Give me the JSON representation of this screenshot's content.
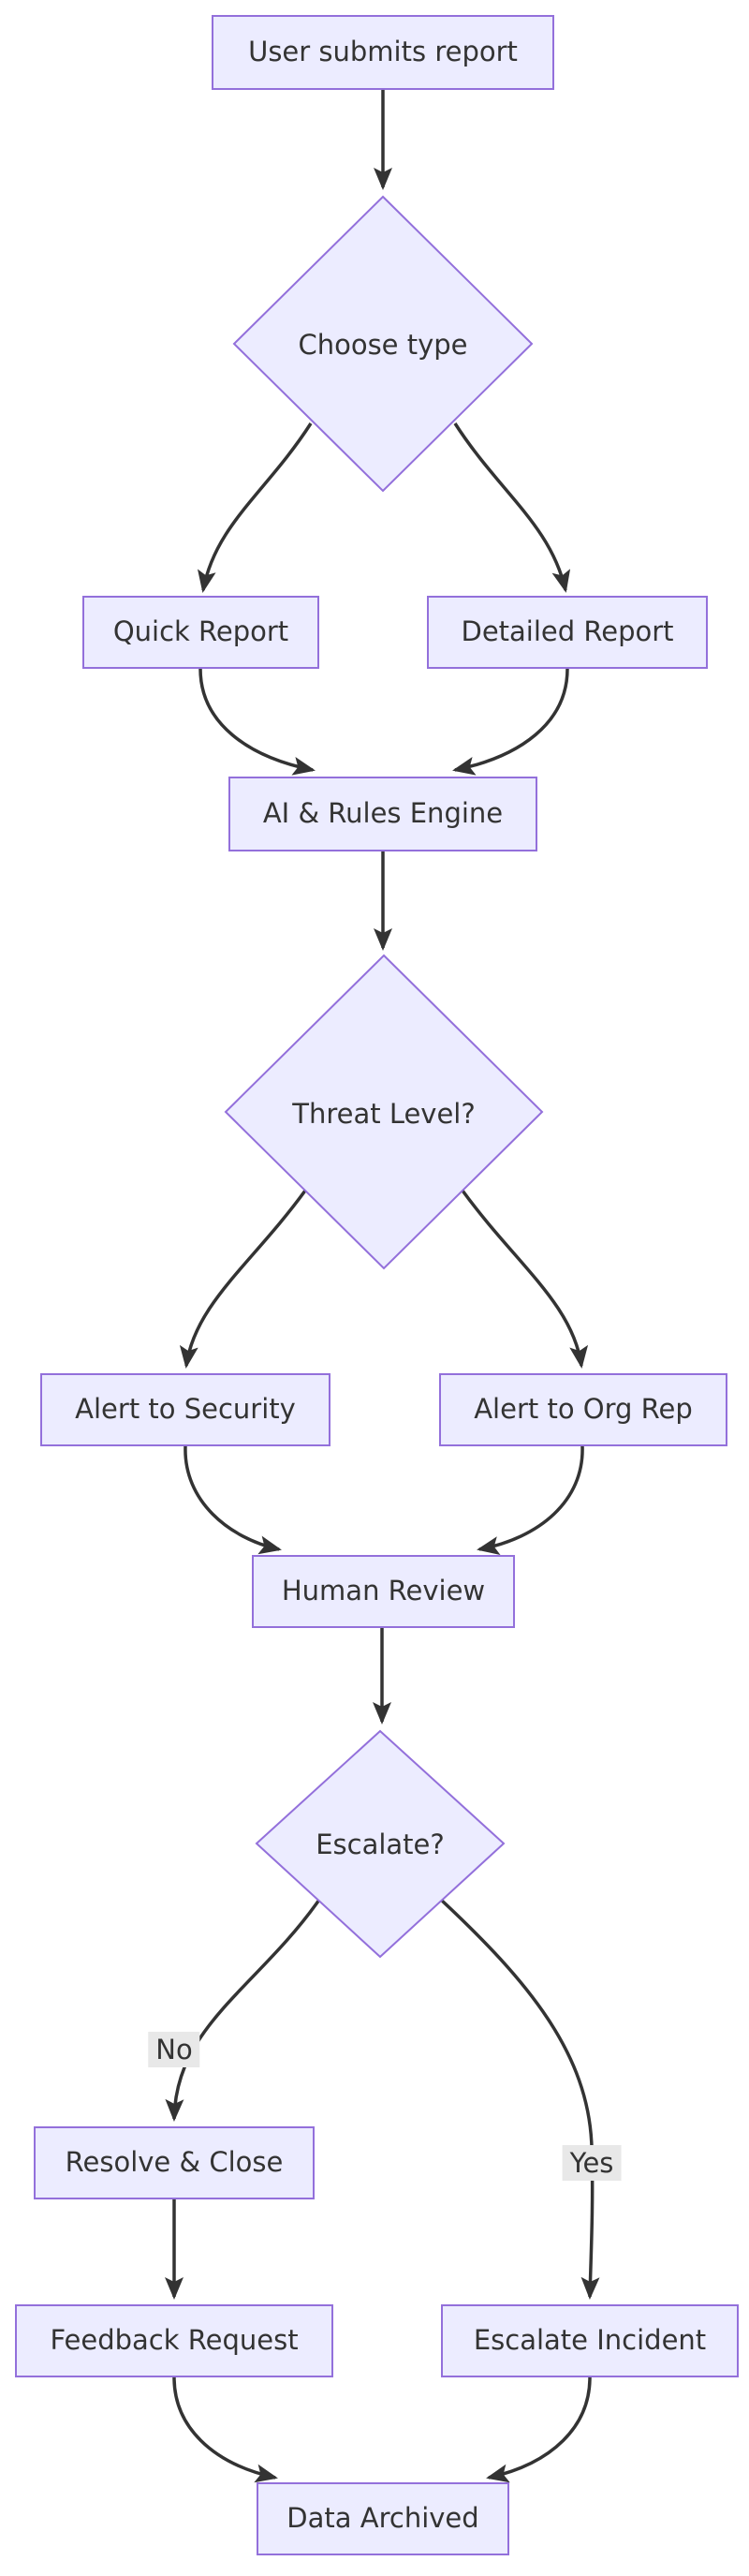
{
  "diagram": {
    "type": "flowchart",
    "direction": "top-to-bottom",
    "colors": {
      "background": "#ffffff",
      "node_fill": "#ECECFF",
      "node_border": "#9370DB",
      "edge": "#333333",
      "text": "#333333",
      "edge_label_bg": "#e8e8e8"
    },
    "nodes": {
      "start": {
        "label": "User submits report",
        "shape": "rect"
      },
      "choose_type": {
        "label": "Choose type",
        "shape": "diamond"
      },
      "quick_report": {
        "label": "Quick Report",
        "shape": "rect"
      },
      "detailed_report": {
        "label": "Detailed Report",
        "shape": "rect"
      },
      "ai_rules_engine": {
        "label": "AI & Rules Engine",
        "shape": "rect"
      },
      "threat_level": {
        "label": "Threat Level?",
        "shape": "diamond"
      },
      "alert_security": {
        "label": "Alert to Security",
        "shape": "rect"
      },
      "alert_org_rep": {
        "label": "Alert to Org Rep",
        "shape": "rect"
      },
      "human_review": {
        "label": "Human Review",
        "shape": "rect"
      },
      "escalate": {
        "label": "Escalate?",
        "shape": "diamond"
      },
      "resolve_close": {
        "label": "Resolve & Close",
        "shape": "rect"
      },
      "feedback_request": {
        "label": "Feedback Request",
        "shape": "rect"
      },
      "escalate_incident": {
        "label": "Escalate Incident",
        "shape": "rect"
      },
      "data_archived": {
        "label": "Data Archived",
        "shape": "rect"
      }
    },
    "edges": [
      {
        "from": "start",
        "to": "choose_type",
        "label": ""
      },
      {
        "from": "choose_type",
        "to": "quick_report",
        "label": ""
      },
      {
        "from": "choose_type",
        "to": "detailed_report",
        "label": ""
      },
      {
        "from": "quick_report",
        "to": "ai_rules_engine",
        "label": ""
      },
      {
        "from": "detailed_report",
        "to": "ai_rules_engine",
        "label": ""
      },
      {
        "from": "ai_rules_engine",
        "to": "threat_level",
        "label": ""
      },
      {
        "from": "threat_level",
        "to": "alert_security",
        "label": ""
      },
      {
        "from": "threat_level",
        "to": "alert_org_rep",
        "label": ""
      },
      {
        "from": "alert_security",
        "to": "human_review",
        "label": ""
      },
      {
        "from": "alert_org_rep",
        "to": "human_review",
        "label": ""
      },
      {
        "from": "human_review",
        "to": "escalate",
        "label": ""
      },
      {
        "from": "escalate",
        "to": "resolve_close",
        "label": "No"
      },
      {
        "from": "escalate",
        "to": "escalate_incident",
        "label": "Yes"
      },
      {
        "from": "resolve_close",
        "to": "feedback_request",
        "label": ""
      },
      {
        "from": "feedback_request",
        "to": "data_archived",
        "label": ""
      },
      {
        "from": "escalate_incident",
        "to": "data_archived",
        "label": ""
      }
    ]
  }
}
